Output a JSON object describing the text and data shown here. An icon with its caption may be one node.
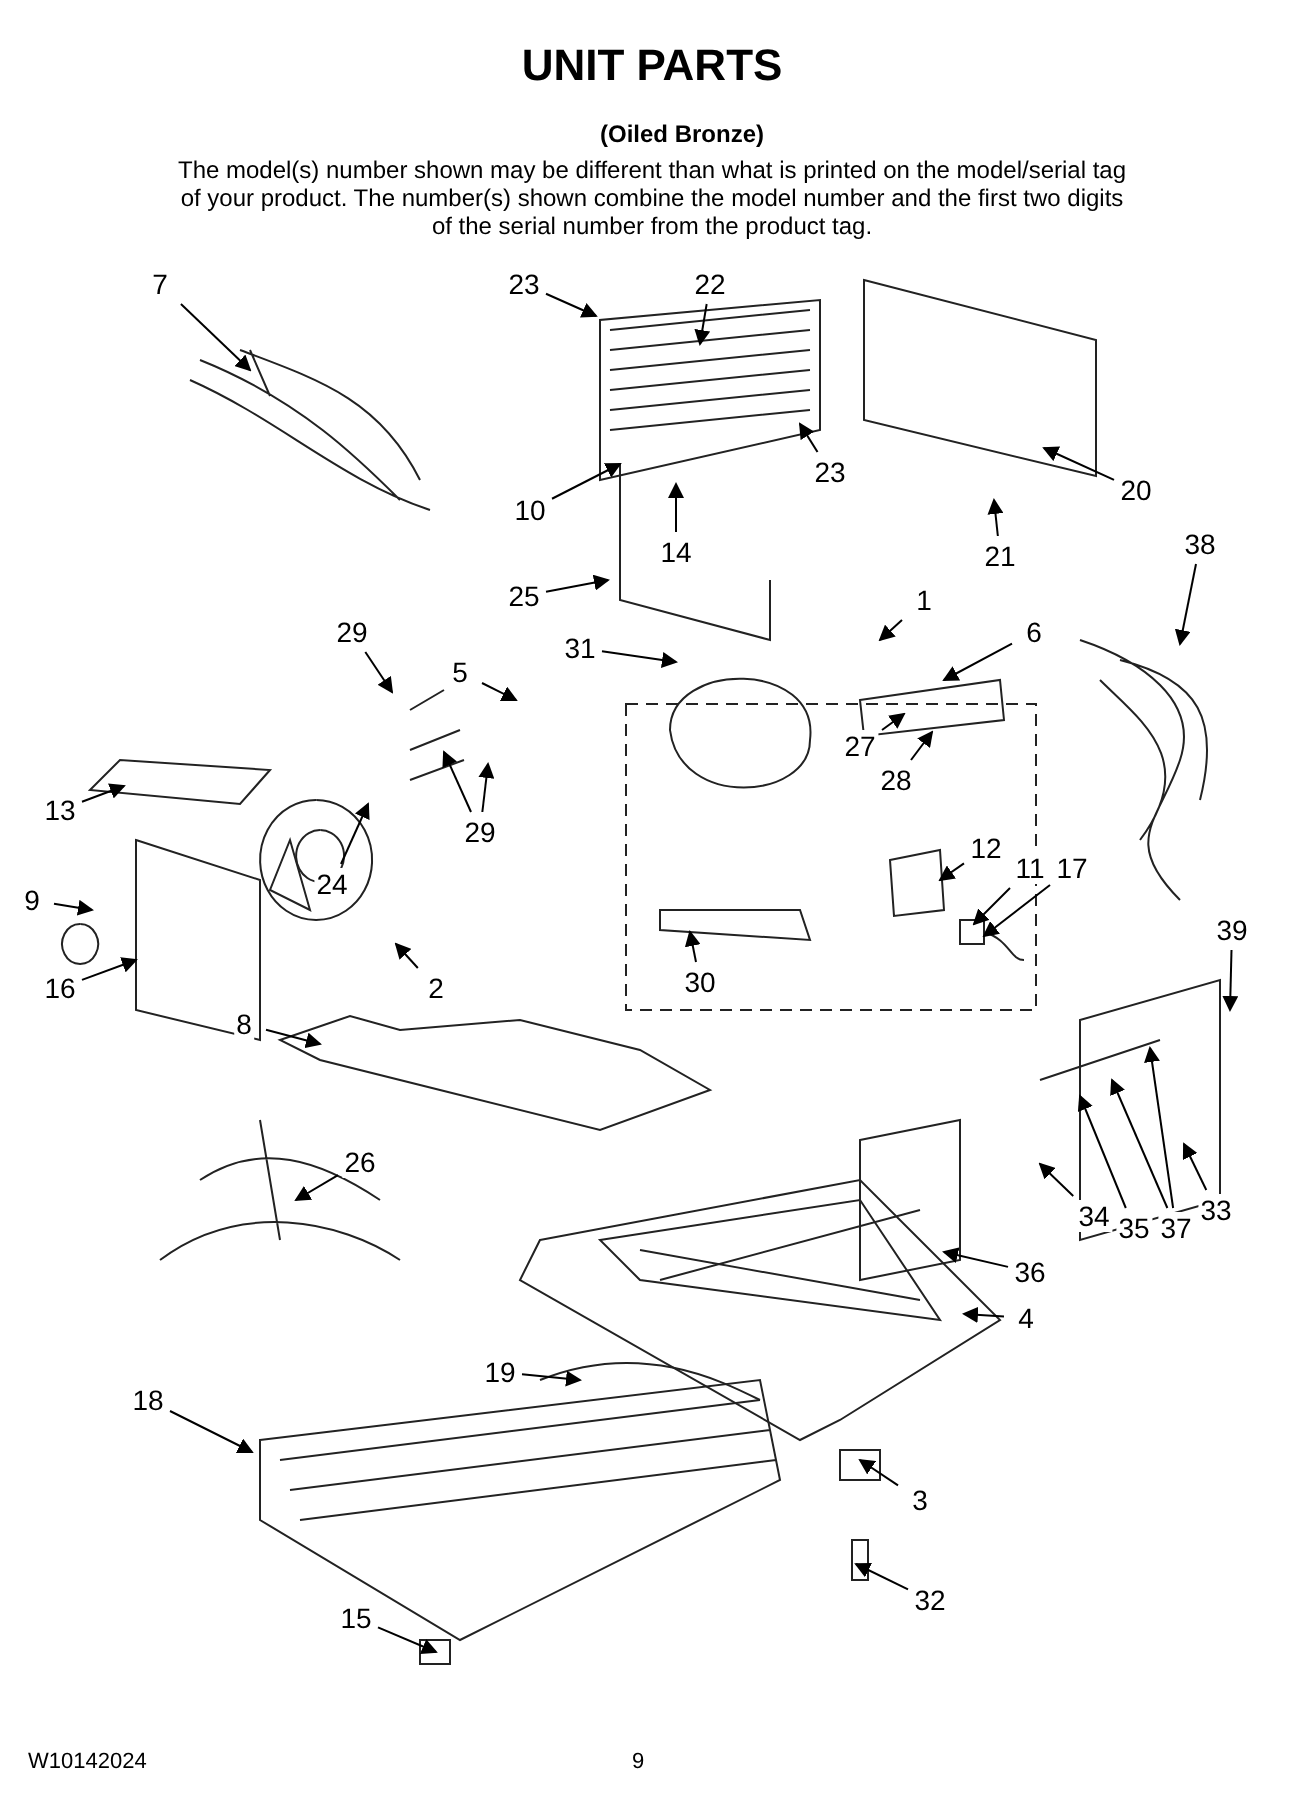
{
  "diagram": {
    "title": "UNIT PARTS",
    "nodes": [
      {
        "text": [
          "7"
        ]
      },
      {
        "text": [
          "23"
        ]
      },
      {
        "text": [
          "22"
        ]
      },
      {
        "text": [
          "23"
        ]
      },
      {
        "text": [
          "20"
        ]
      },
      {
        "text": [
          "10"
        ]
      },
      {
        "text": [
          "14"
        ]
      },
      {
        "text": [
          "21"
        ]
      },
      {
        "text": [
          "25"
        ]
      },
      {
        "text": [
          "38"
        ]
      },
      {
        "text": [
          "1"
        ]
      },
      {
        "text": [
          "6"
        ]
      },
      {
        "text": [
          "29"
        ]
      },
      {
        "text": [
          "31"
        ]
      },
      {
        "text": [
          "5"
        ]
      },
      {
        "text": [
          "13"
        ]
      },
      {
        "text": [
          "27"
        ]
      },
      {
        "text": [
          "28"
        ]
      },
      {
        "text": [
          "12"
        ]
      },
      {
        "text": [
          "11"
        ]
      },
      {
        "text": [
          "17"
        ]
      },
      {
        "text": [
          "29"
        ]
      },
      {
        "text": [
          "9"
        ]
      },
      {
        "text": [
          "24"
        ]
      },
      {
        "text": [
          "2"
        ]
      },
      {
        "text": [
          "30"
        ]
      },
      {
        "text": [
          "39"
        ]
      },
      {
        "text": [
          "16"
        ]
      },
      {
        "text": [
          "8"
        ]
      },
      {
        "text": [
          "26"
        ]
      },
      {
        "text": [
          "33"
        ]
      },
      {
        "text": [
          "35"
        ]
      },
      {
        "text": [
          "37"
        ]
      },
      {
        "text": [
          "34"
        ]
      },
      {
        "text": [
          "36"
        ]
      },
      {
        "text": [
          "4"
        ]
      },
      {
        "text": [
          "19"
        ]
      },
      {
        "text": [
          "18"
        ]
      },
      {
        "text": [
          "3"
        ]
      },
      {
        "text": [
          "32"
        ]
      },
      {
        "text": [
          "15"
        ]
      }
    ],
    "edges": [
      {
        "from": 0,
        "to": null,
        "arrow": "to"
      },
      {
        "from": 1,
        "to": null,
        "arrow": "to"
      },
      {
        "from": 2,
        "to": null,
        "arrow": "to"
      },
      {
        "from": 3,
        "to": null,
        "arrow": "to"
      },
      {
        "from": 4,
        "to": null,
        "arrow": "to"
      },
      {
        "from": 5,
        "to": null,
        "arrow": "to"
      },
      {
        "from": 6,
        "to": null,
        "arrow": "to"
      },
      {
        "from": 7,
        "to": null,
        "arrow": "to"
      },
      {
        "from": 8,
        "to": null,
        "arrow": "to"
      },
      {
        "from": 9,
        "to": null,
        "arrow": "to"
      },
      {
        "from": 10,
        "to": null,
        "arrow": "to"
      },
      {
        "from": 11,
        "to": null,
        "arrow": "to"
      },
      {
        "from": 12,
        "to": null,
        "arrow": "to"
      },
      {
        "from": 13,
        "to": null,
        "arrow": "to"
      },
      {
        "from": 14,
        "to": null,
        "arrow": "to"
      },
      {
        "from": 15,
        "to": null,
        "arrow": "to"
      },
      {
        "from": 16,
        "to": null,
        "arrow": "to"
      },
      {
        "from": 17,
        "to": null,
        "arrow": "to"
      },
      {
        "from": 18,
        "to": null,
        "arrow": "to"
      },
      {
        "from": 19,
        "to": null,
        "arrow": "to"
      },
      {
        "from": 20,
        "to": null,
        "arrow": "to"
      },
      {
        "from": 21,
        "to": null,
        "arrow": "to"
      },
      {
        "from": 21,
        "to": null,
        "arrow": "to"
      },
      {
        "from": 22,
        "to": null,
        "arrow": "to"
      },
      {
        "from": 23,
        "to": null,
        "arrow": "to"
      },
      {
        "from": 24,
        "to": null,
        "arrow": "to"
      },
      {
        "from": 25,
        "to": null,
        "arrow": "to"
      },
      {
        "from": 26,
        "to": null,
        "arrow": "to"
      },
      {
        "from": 27,
        "to": null,
        "arrow": "to"
      },
      {
        "from": 28,
        "to": null,
        "arrow": "to"
      },
      {
        "from": 29,
        "to": null,
        "arrow": "to"
      },
      {
        "from": 30,
        "to": null,
        "arrow": "to"
      },
      {
        "from": 31,
        "to": null,
        "arrow": "to"
      },
      {
        "from": 32,
        "to": null,
        "arrow": "to"
      },
      {
        "from": 32,
        "to": null,
        "arrow": "to"
      },
      {
        "from": 33,
        "to": null,
        "arrow": "to"
      },
      {
        "from": 34,
        "to": null,
        "arrow": "to"
      },
      {
        "from": 35,
        "to": null,
        "arrow": "to"
      },
      {
        "from": 36,
        "to": null,
        "arrow": "to"
      },
      {
        "from": 37,
        "to": null,
        "arrow": "to"
      },
      {
        "from": 38,
        "to": null,
        "arrow": "to"
      },
      {
        "from": 39,
        "to": null,
        "arrow": "to"
      },
      {
        "from": 40,
        "to": null,
        "arrow": "to"
      }
    ],
    "labels": [
      "(Oiled Bronze)",
      "The model(s) number shown may be different than what is printed on the model/serial tag of your product. The number(s) shown combine the model number and the first two digits of the serial number from the product tag.",
      "W10142024",
      "9"
    ]
  }
}
